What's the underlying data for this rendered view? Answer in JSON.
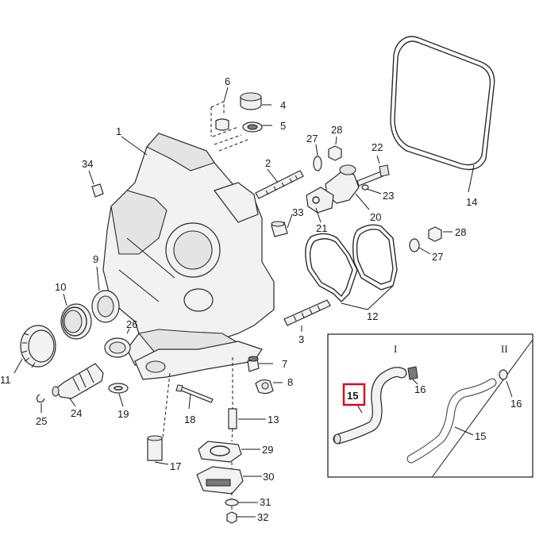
{
  "callouts": {
    "c1": "1",
    "c2": "2",
    "c3": "3",
    "c4": "4",
    "c5": "5",
    "c6": "6",
    "c7": "7",
    "c8": "8",
    "c9": "9",
    "c10": "10",
    "c11": "11",
    "c12": "12",
    "c13": "13",
    "c14": "14",
    "c15a": "15",
    "c15b": "15",
    "c16a": "16",
    "c16b": "16",
    "c17": "17",
    "c18": "18",
    "c19": "19",
    "c20": "20",
    "c21": "21",
    "c22": "22",
    "c23": "23",
    "c24": "24",
    "c25": "25",
    "c26": "26",
    "c27a": "27",
    "c27b": "27",
    "c28a": "28",
    "c28b": "28",
    "c29": "29",
    "c30": "30",
    "c31": "31",
    "c32": "32",
    "c33": "33",
    "c34": "34"
  },
  "inset": {
    "variant_1": "I",
    "variant_2": "II",
    "highlighted_part": "15"
  },
  "colors": {
    "highlight": "#e0001b",
    "line": "#1a1a1a"
  }
}
